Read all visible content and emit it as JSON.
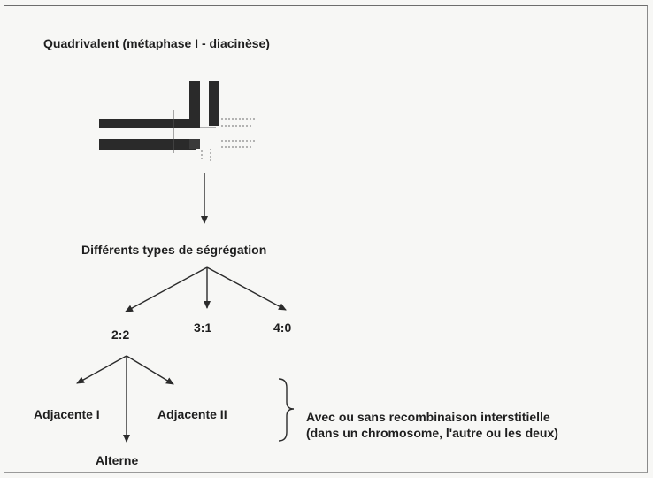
{
  "title": "Quadrivalent (métaphase I - diacinèse)",
  "step1": "Différents types de ségrégation",
  "ratios": [
    "2:2",
    "3:1",
    "4:0"
  ],
  "modes": {
    "adjacent1": "Adjacente I",
    "adjacent2": "Adjacente II",
    "alternate": "Alterne"
  },
  "note": {
    "line1": "Avec ou sans recombinaison interstitielle",
    "line2": "(dans un chromosome, l'autre ou les deux)"
  },
  "colors": {
    "ink": "#1e1e1e",
    "chromosome": "#2a2a2a",
    "frame": "#6d6d6d"
  }
}
